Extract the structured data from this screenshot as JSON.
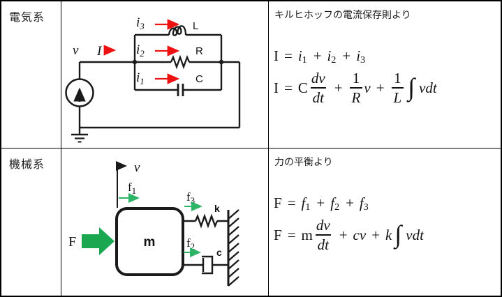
{
  "colors": {
    "ink": "#1a1a1a",
    "arrow-red": "#ee1111",
    "force-green": "#2eb467",
    "block-green": "#1ba750"
  },
  "electrical": {
    "row_label": "電気系",
    "note": "キルヒホッフの電流保存則より",
    "diagram": {
      "voltage_label": "v",
      "current_label": "I",
      "branch_currents": [
        {
          "base": "i",
          "sub": "3"
        },
        {
          "base": "i",
          "sub": "2"
        },
        {
          "base": "i",
          "sub": "1"
        }
      ],
      "inductor_label": "L",
      "resistor_label": "R",
      "capacitor_label": "C"
    },
    "eq_sum": {
      "lhs": "I",
      "rel": "=",
      "t1_base": "i",
      "t1_sub": "1",
      "plus1": "+",
      "t2_base": "i",
      "t2_sub": "2",
      "plus2": "+",
      "t3_base": "i",
      "t3_sub": "3"
    },
    "eq_main": {
      "lhs": "I",
      "rel": "=",
      "coef1": "C",
      "frac1_num": "dv",
      "frac1_den": "dt",
      "plus1": "+",
      "frac2_num": "1",
      "frac2_den": "R",
      "after2": "v",
      "plus2": "+",
      "frac3_num": "1",
      "frac3_den": "L",
      "integral": "∫",
      "tail": "vdt"
    }
  },
  "mechanical": {
    "row_label": "機械系",
    "note": "力の平衡より",
    "diagram": {
      "velocity_label": "v",
      "force_label": "F",
      "mass_label": "m",
      "spring_label": "k",
      "damper_label": "c",
      "force_arrows": [
        {
          "base": "f",
          "sub": "1"
        },
        {
          "base": "f",
          "sub": "2"
        },
        {
          "base": "f",
          "sub": "3"
        }
      ]
    },
    "eq_sum": {
      "lhs": "F",
      "rel": "=",
      "t1_base": "f",
      "t1_sub": "1",
      "plus1": "+",
      "t2_base": "f",
      "t2_sub": "2",
      "plus2": "+",
      "t3_base": "f",
      "t3_sub": "3"
    },
    "eq_main": {
      "lhs": "F",
      "rel": "=",
      "coef1": "m",
      "frac1_num": "dv",
      "frac1_den": "dt",
      "plus1": "+",
      "term2": "cv",
      "plus2": "+",
      "coef3": "k",
      "integral": "∫",
      "tail": "vdt"
    }
  }
}
